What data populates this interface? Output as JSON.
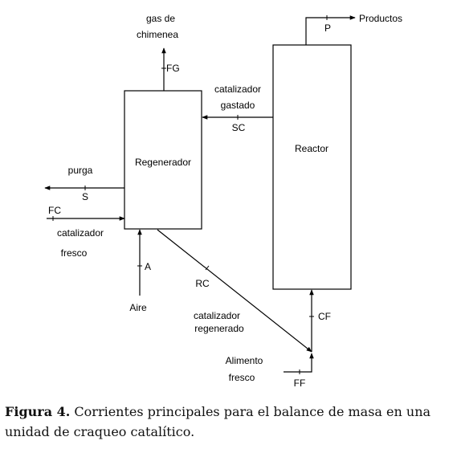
{
  "diagram": {
    "regenerator": "Regenerador",
    "reactor": "Reactor",
    "flue_gas": [
      "gas de",
      "chimenea"
    ],
    "fg": "FG",
    "spent_catalyst": [
      "catalizador",
      "gastado"
    ],
    "sc": "SC",
    "products": "Productos",
    "p": "P",
    "purge": "purga",
    "s": "S",
    "fc": "FC",
    "fresh_catalyst": [
      "catalizador",
      "fresco"
    ],
    "a": "A",
    "air": "Aire",
    "rc": "RC",
    "regenerated_catalyst": [
      "catalizador",
      "regenerado"
    ],
    "cf": "CF",
    "fresh_feed": [
      "Alimento",
      "fresco"
    ],
    "ff": "FF"
  },
  "caption": {
    "figure": "Figura 4.",
    "text": " Corrientes principales para el balance de masa en una unidad de craqueo catalítico."
  }
}
